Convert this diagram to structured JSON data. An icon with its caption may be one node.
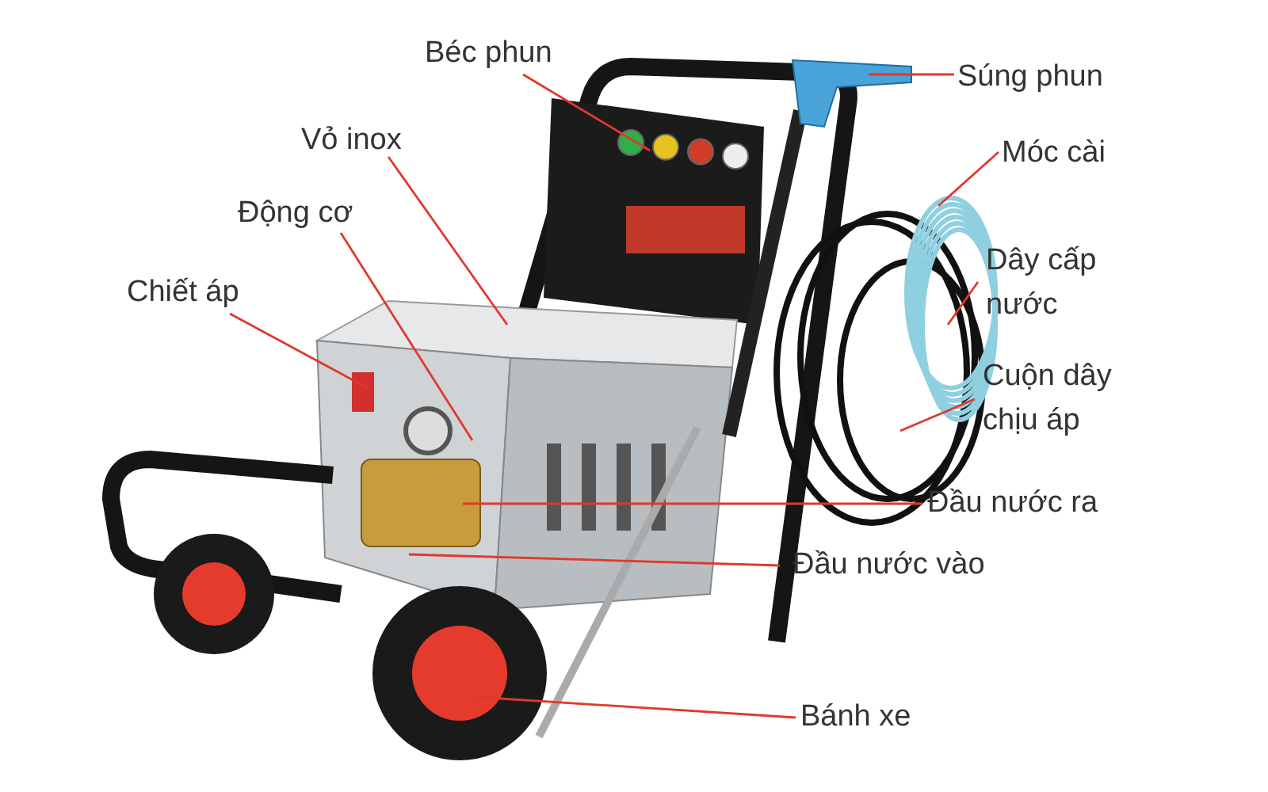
{
  "diagram": {
    "nodes": [
      {
        "text": [
          "Béc phun"
        ]
      },
      {
        "text": [
          "Súng phun"
        ]
      },
      {
        "text": [
          "Vỏ inox"
        ]
      },
      {
        "text": [
          "Móc cài"
        ]
      },
      {
        "text": [
          "Động cơ"
        ]
      },
      {
        "text": [
          "Dây cấp nước"
        ]
      },
      {
        "text": [
          "Chiết áp"
        ]
      },
      {
        "text": [
          "Cuộn dây chịu áp"
        ]
      },
      {
        "text": [
          "Đầu nước ra"
        ]
      },
      {
        "text": [
          "Đầu nước vào"
        ]
      },
      {
        "text": [
          "Bánh xe"
        ]
      }
    ],
    "edges": [
      {
        "from": 0,
        "to": null,
        "arrow": "none"
      },
      {
        "from": 1,
        "to": null,
        "arrow": "none"
      },
      {
        "from": 2,
        "to": null,
        "arrow": "none"
      },
      {
        "from": 3,
        "to": null,
        "arrow": "none"
      },
      {
        "from": 4,
        "to": null,
        "arrow": "none"
      },
      {
        "from": 5,
        "to": null,
        "arrow": "none"
      },
      {
        "from": 6,
        "to": null,
        "arrow": "none"
      },
      {
        "from": 7,
        "to": null,
        "arrow": "none"
      },
      {
        "from": 8,
        "to": null,
        "arrow": "none"
      },
      {
        "from": 9,
        "to": null,
        "arrow": "none"
      },
      {
        "from": 10,
        "to": null,
        "arrow": "none"
      }
    ]
  }
}
